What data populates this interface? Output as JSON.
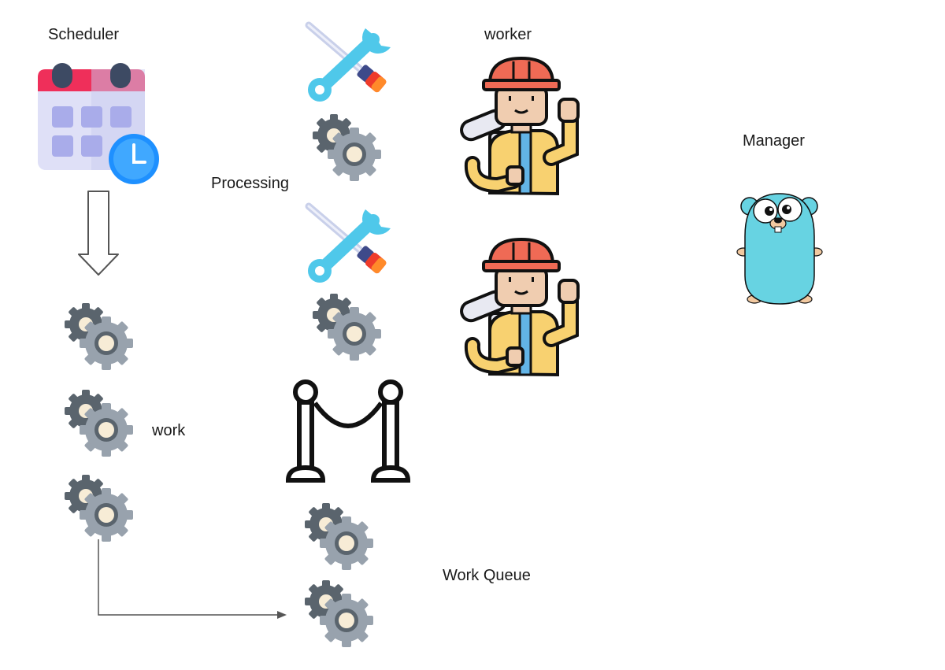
{
  "labels": {
    "scheduler": "Scheduler",
    "processing": "Processing",
    "worker": "worker",
    "manager": "Manager",
    "work": "work",
    "work_queue": "Work Queue"
  },
  "icons": {
    "scheduler": "calendar-clock-icon",
    "tools": "wrench-screwdriver-icon",
    "gears": "gears-icon",
    "worker": "construction-worker-icon",
    "manager": "gopher-mascot-icon",
    "queue": "stanchion-rope-barrier-icon",
    "flow": "arrow-down-icon"
  },
  "colors": {
    "calendar_header": "#ef2f5a",
    "calendar_body": "#dfe0f7",
    "clock": "#1e90ff",
    "gear_dark": "#5a646d",
    "gear_light": "#98a2ad",
    "gear_center": "#f7ecd6",
    "wrench": "#4fc8ea",
    "helmet": "#ef6a55",
    "worker_jacket": "#f8d170",
    "gopher": "#67d3e2"
  }
}
